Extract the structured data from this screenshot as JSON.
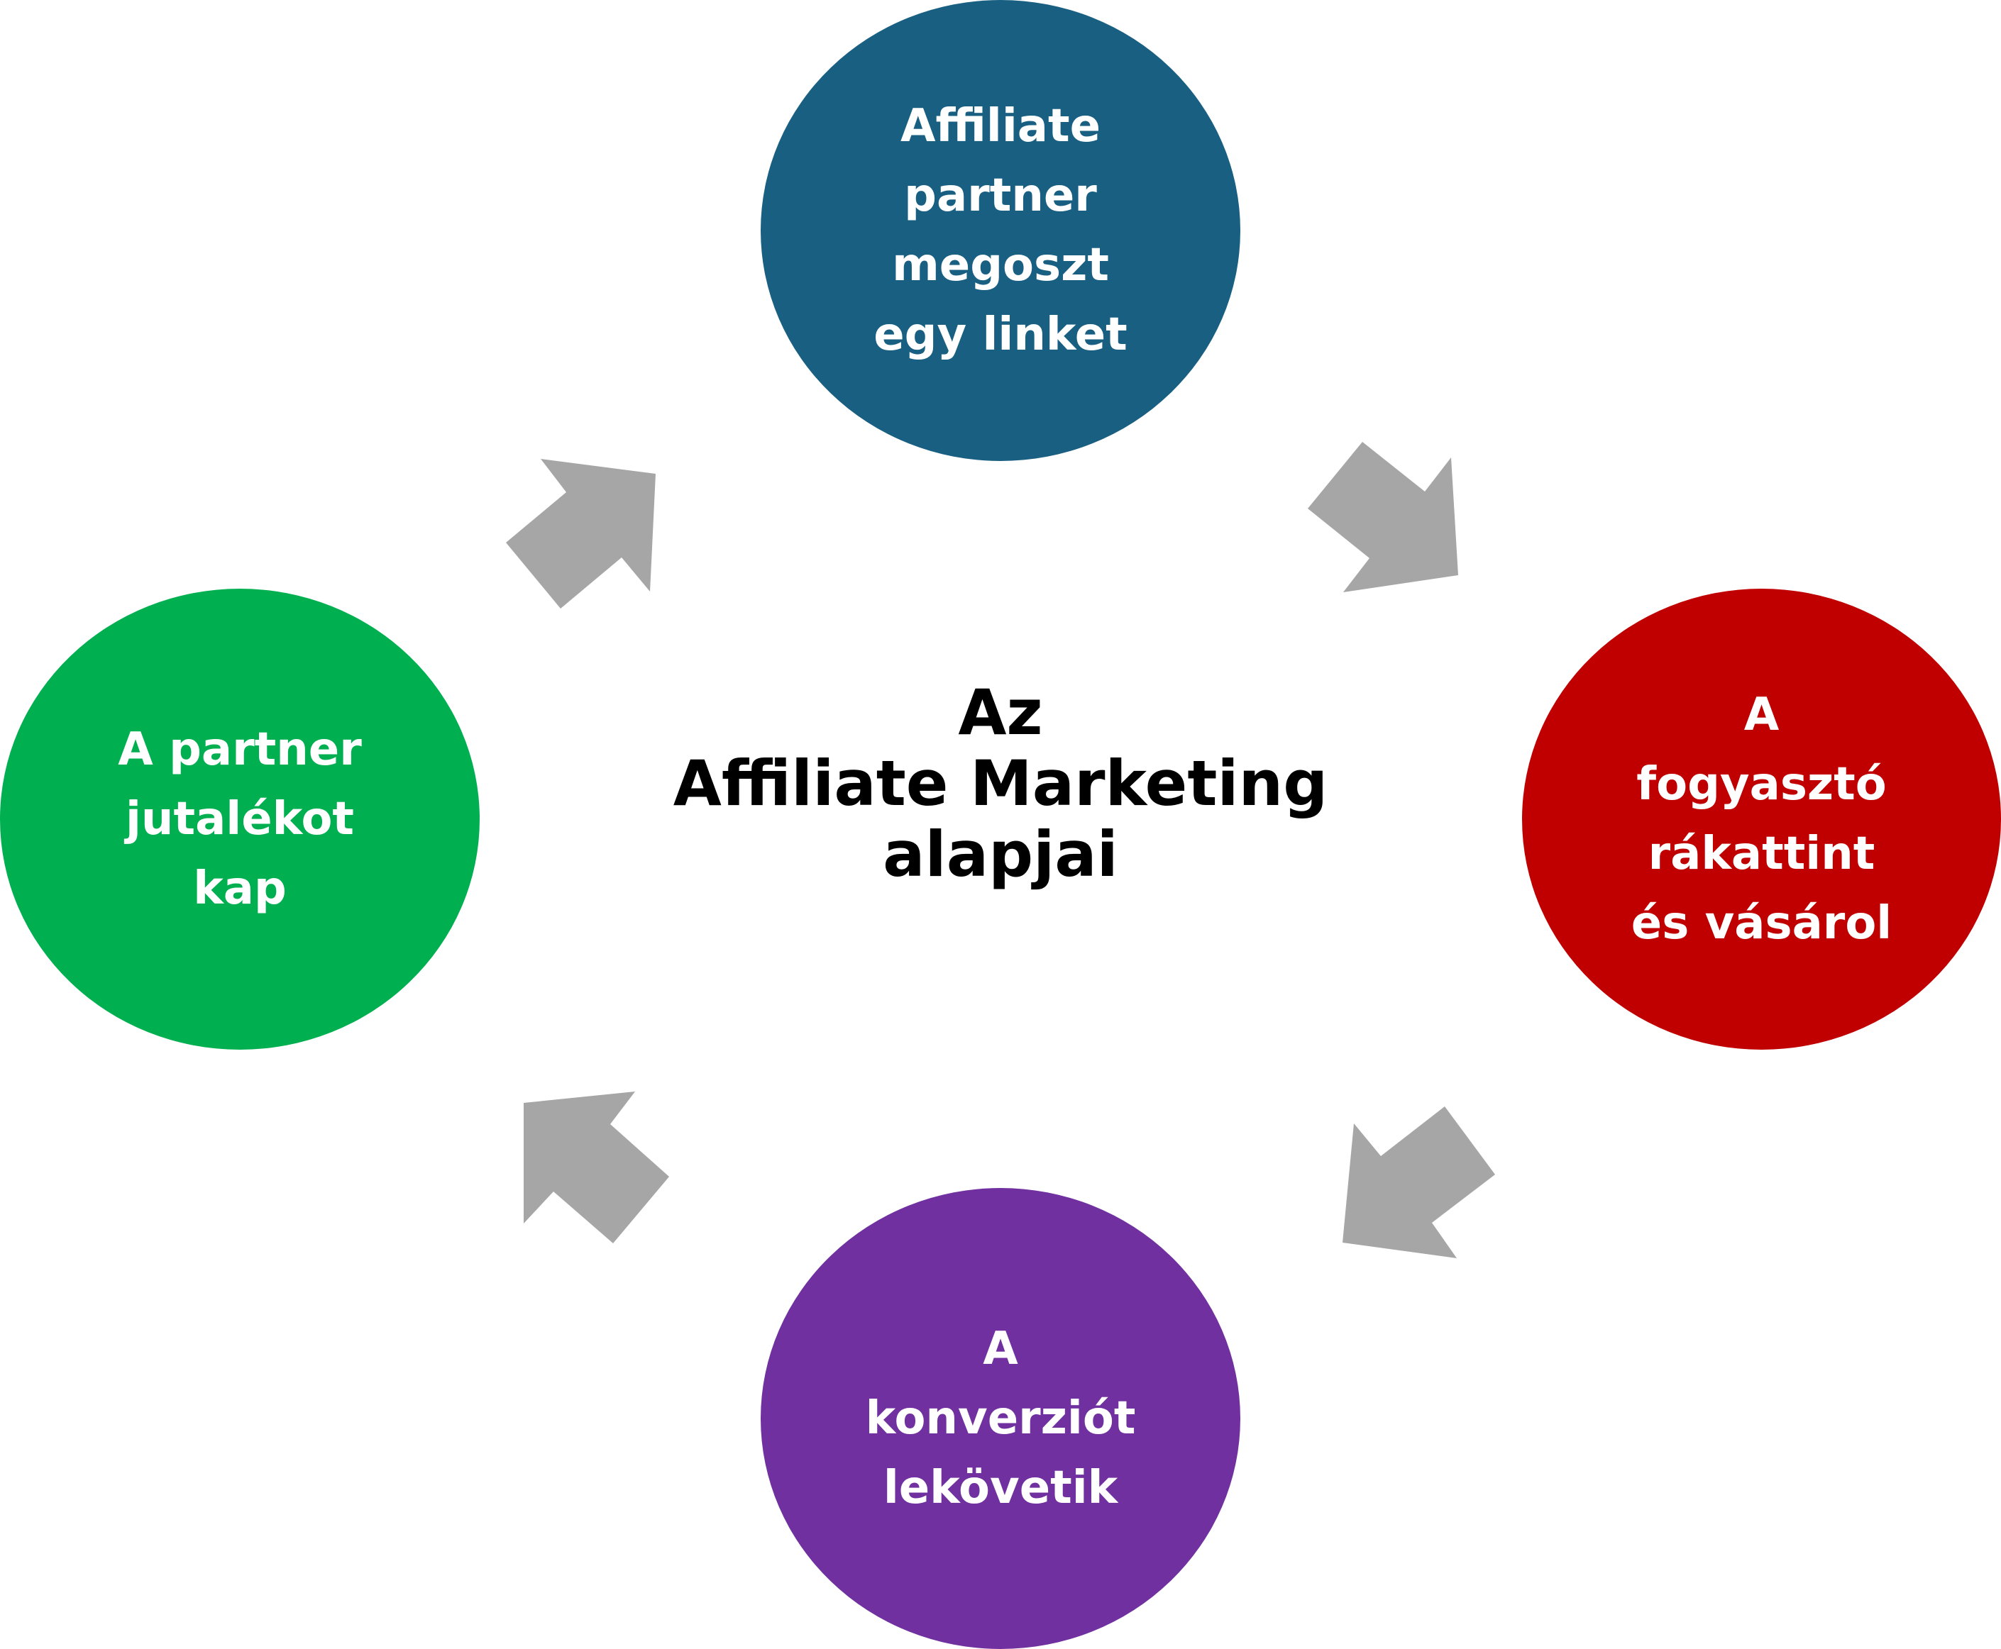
{
  "title": {
    "line1": "Az",
    "line2": "Affiliate Marketing",
    "line3": "alapjai"
  },
  "nodes": {
    "top": {
      "label": "Affiliate\npartner\nmegoszt\negy linket",
      "color": "#185F82"
    },
    "right": {
      "label": "A\nfogyasztó\nrákattint\nés vásárol",
      "color": "#C00000"
    },
    "bottom": {
      "label": "A\nkonverziót\nlekövetik",
      "color": "#7030A0"
    },
    "left": {
      "label": "A partner\njutalékot\nkap",
      "color": "#00B050"
    }
  },
  "arrow_color": "#A6A6A6"
}
